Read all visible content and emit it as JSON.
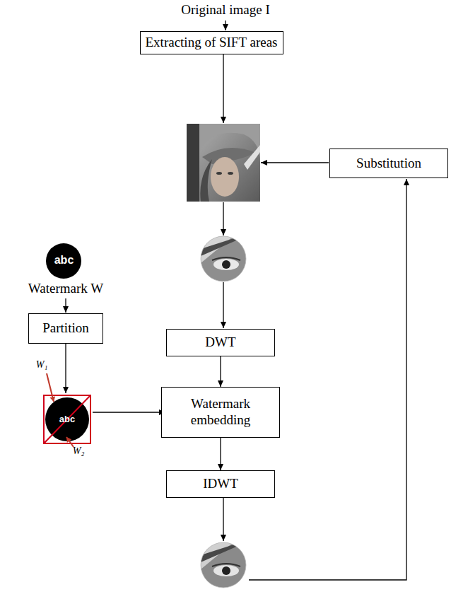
{
  "diagram": {
    "nodes": [
      {
        "text": [
          "Extracting of SIFT areas"
        ]
      },
      {
        "text": [
          "Substitution"
        ]
      },
      {
        "text": [
          "Partition"
        ]
      },
      {
        "text": [
          "DWT"
        ]
      },
      {
        "text": [
          "Watermark embedding"
        ]
      },
      {
        "text": [
          "IDWT"
        ]
      }
    ],
    "edges": [
      {
        "from": 3,
        "to": 4,
        "arrow": "to"
      },
      {
        "from": 4,
        "to": 5,
        "arrow": "to"
      }
    ],
    "labels": [
      "Original image I",
      "Watermark W",
      "abc",
      "abc",
      "W₁",
      "W₂"
    ]
  }
}
